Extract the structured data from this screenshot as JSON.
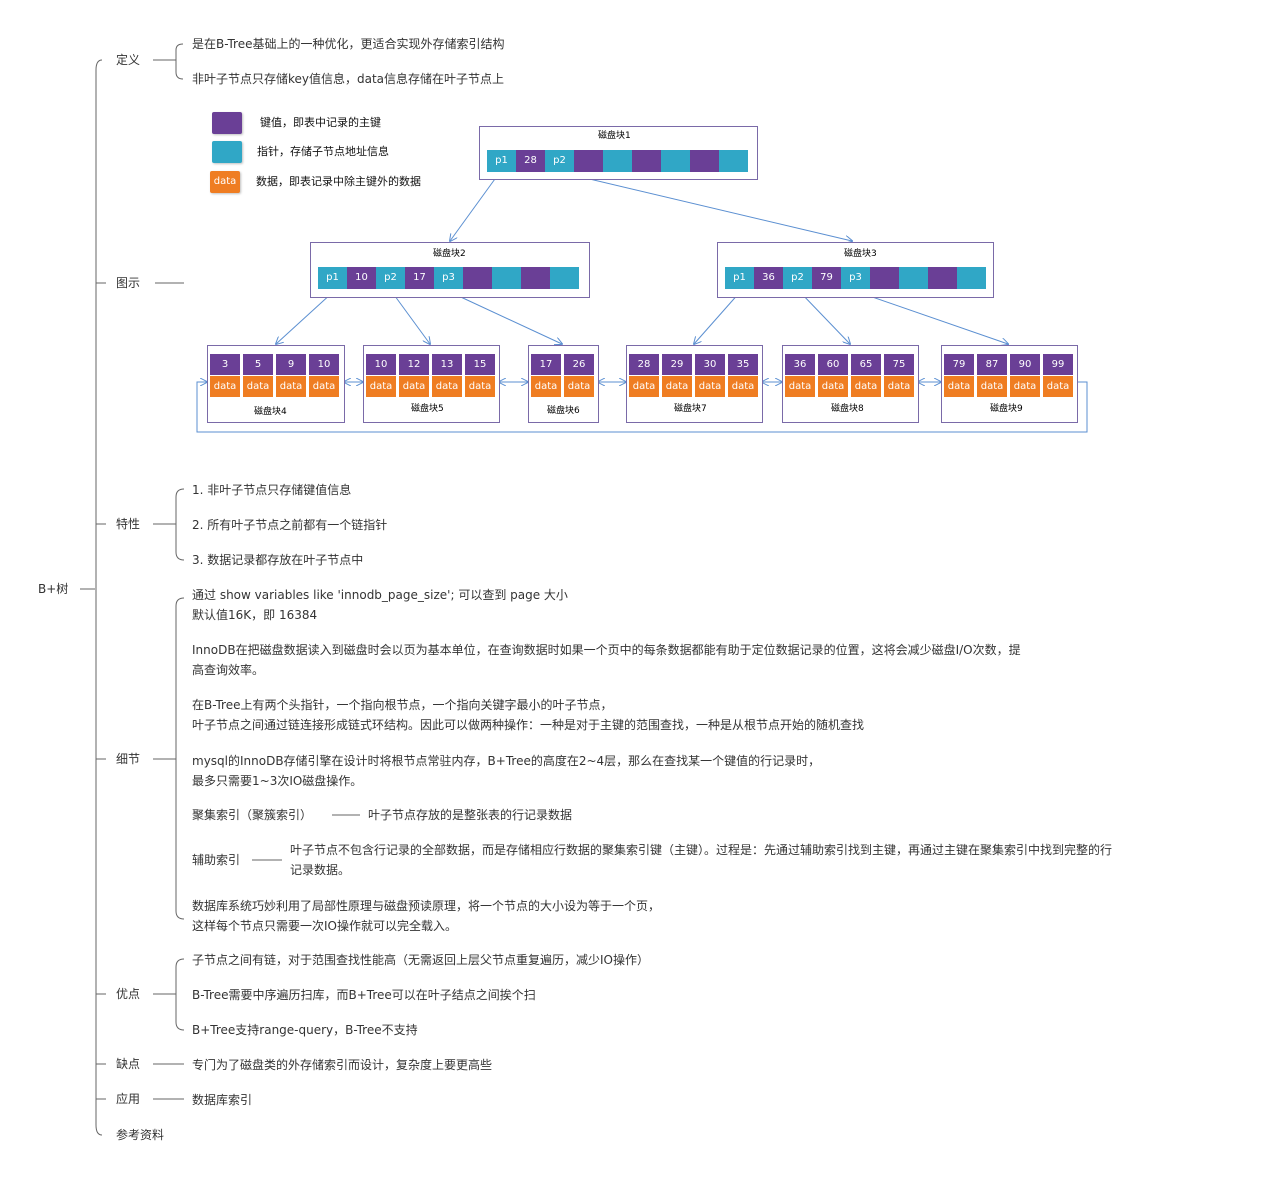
{
  "root": {
    "label": "B+树"
  },
  "branches": [
    {
      "id": "definition",
      "label": "定义",
      "children": [
        "是在B-Tree基础上的一种优化，更适合实现外存储索引结构",
        "非叶子节点只存储key值信息，data信息存储在叶子节点上"
      ]
    },
    {
      "id": "diagram",
      "label": "图示"
    },
    {
      "id": "features",
      "label": "特性",
      "children": [
        "1. 非叶子节点只存储键值信息",
        "2. 所有叶子节点之前都有一个链指针",
        "3. 数据记录都存放在叶子节点中"
      ]
    },
    {
      "id": "details",
      "label": "细节",
      "paragraphs": [
        [
          "通过 show variables like 'innodb_page_size'; 可以查到 page 大小",
          "默认值16K，即 16384"
        ],
        [
          "InnoDB在把磁盘数据读入到磁盘时会以页为基本单位，在查询数据时如果一个页中的每条数据都能有助于定位数据记录的位置，这将会减少磁盘I/O次数，提",
          "高查询效率。"
        ],
        [
          "在B-Tree上有两个头指针，一个指向根节点，一个指向关键字最小的叶子节点，",
          "叶子节点之间通过链连接形成链式环结构。因此可以做两种操作：一种是对于主键的范围查找，一种是从根节点开始的随机查找"
        ],
        [
          "mysql的InnoDB存储引擎在设计时将根节点常驻内存，B+Tree的高度在2~4层，那么在查找某一个键值的行记录时，",
          "最多只需要1~3次IO磁盘操作。"
        ]
      ],
      "clustered": {
        "label": "聚集索引（聚簇索引）",
        "desc": "叶子节点存放的是整张表的行记录数据"
      },
      "secondary": {
        "label": "辅助索引",
        "desc": [
          "叶子节点不包含行记录的全部数据，而是存储相应行数据的聚集索引键（主键）。过程是：先通过辅助索引找到主键，再通过主键在聚集索引中找到完整的行",
          "记录数据。"
        ]
      },
      "last": [
        "数据库系统巧妙利用了局部性原理与磁盘预读原理，将一个节点的大小设为等于一个页，",
        "这样每个节点只需要一次IO操作就可以完全载入。"
      ]
    },
    {
      "id": "advantages",
      "label": "优点",
      "children": [
        "子节点之间有链，对于范围查找性能高（无需返回上层父节点重复遍历，减少IO操作）",
        "B-Tree需要中序遍历扫库，而B+Tree可以在叶子结点之间挨个扫",
        "B+Tree支持range-query，B-Tree不支持"
      ]
    },
    {
      "id": "disadvantages",
      "label": "缺点",
      "children": [
        "专门为了磁盘类的外存储索引而设计，复杂度上要更高些"
      ]
    },
    {
      "id": "application",
      "label": "应用",
      "children": [
        "数据库索引"
      ]
    },
    {
      "id": "references",
      "label": "参考资料"
    }
  ],
  "legend": [
    {
      "swatch": "key",
      "text": "键值，即表中记录的主键"
    },
    {
      "swatch": "ptr",
      "text": "指针，存储子节点地址信息"
    },
    {
      "swatch": "dat",
      "text": "数据，即表记录中除主键外的数据",
      "swatch_text": "data"
    }
  ],
  "colors": {
    "key": "#6a3f96",
    "pointer": "#30a7c6",
    "data": "#ef7d22",
    "border": "#7a6aa8",
    "arrow": "#5b8fd1"
  },
  "internal_blocks": [
    {
      "label": "磁盘块1",
      "cells": [
        [
          "ptr",
          "p1"
        ],
        [
          "key",
          "28"
        ],
        [
          "ptr",
          "p2"
        ],
        [
          "key",
          ""
        ],
        [
          "ptr",
          ""
        ],
        [
          "key",
          ""
        ],
        [
          "ptr",
          ""
        ],
        [
          "key",
          ""
        ],
        [
          "ptr",
          ""
        ]
      ]
    },
    {
      "label": "磁盘块2",
      "cells": [
        [
          "ptr",
          "p1"
        ],
        [
          "key",
          "10"
        ],
        [
          "ptr",
          "p2"
        ],
        [
          "key",
          "17"
        ],
        [
          "ptr",
          "p3"
        ],
        [
          "key",
          ""
        ],
        [
          "ptr",
          ""
        ],
        [
          "key",
          ""
        ],
        [
          "ptr",
          ""
        ]
      ]
    },
    {
      "label": "磁盘块3",
      "cells": [
        [
          "ptr",
          "p1"
        ],
        [
          "key",
          "36"
        ],
        [
          "ptr",
          "p2"
        ],
        [
          "key",
          "79"
        ],
        [
          "ptr",
          "p3"
        ],
        [
          "key",
          ""
        ],
        [
          "ptr",
          ""
        ],
        [
          "key",
          ""
        ],
        [
          "ptr",
          ""
        ]
      ]
    }
  ],
  "leaf_blocks": [
    {
      "label": "磁盘块4",
      "keys": [
        "3",
        "5",
        "9",
        "10"
      ]
    },
    {
      "label": "磁盘块5",
      "keys": [
        "10",
        "12",
        "13",
        "15"
      ]
    },
    {
      "label": "磁盘块6",
      "keys": [
        "17",
        "26"
      ]
    },
    {
      "label": "磁盘块7",
      "keys": [
        "28",
        "29",
        "30",
        "35"
      ]
    },
    {
      "label": "磁盘块8",
      "keys": [
        "36",
        "60",
        "65",
        "75"
      ]
    },
    {
      "label": "磁盘块9",
      "keys": [
        "79",
        "87",
        "90",
        "99"
      ]
    }
  ],
  "data_cell_text": "data"
}
